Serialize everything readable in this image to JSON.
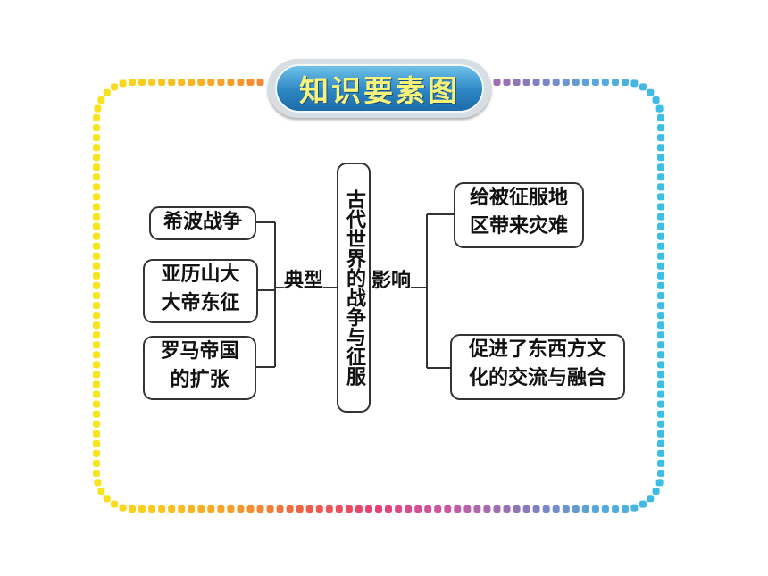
{
  "title": "知识要素图",
  "center": "古代世界的战争与征服",
  "left_label": "典型",
  "right_label": "影响",
  "left_items": [
    {
      "lines": [
        "希波战争"
      ]
    },
    {
      "lines": [
        "亚历山大",
        "大帝东征"
      ]
    },
    {
      "lines": [
        "罗马帝国",
        "的扩张"
      ]
    }
  ],
  "right_items": [
    {
      "lines": [
        "给被征服地",
        "区带来灾难"
      ]
    },
    {
      "lines": [
        "促进了东西方文",
        "化的交流与融合"
      ]
    }
  ],
  "colors": {
    "dot_colors": [
      "#f7e51e",
      "#f9c21c",
      "#f79a2a",
      "#ef5d4a",
      "#e83f78",
      "#c95aa6",
      "#8d76b8",
      "#5ba4d8",
      "#3bbfe6"
    ],
    "title_text": "#f6f27a",
    "title_bg": "#2c86c3"
  }
}
